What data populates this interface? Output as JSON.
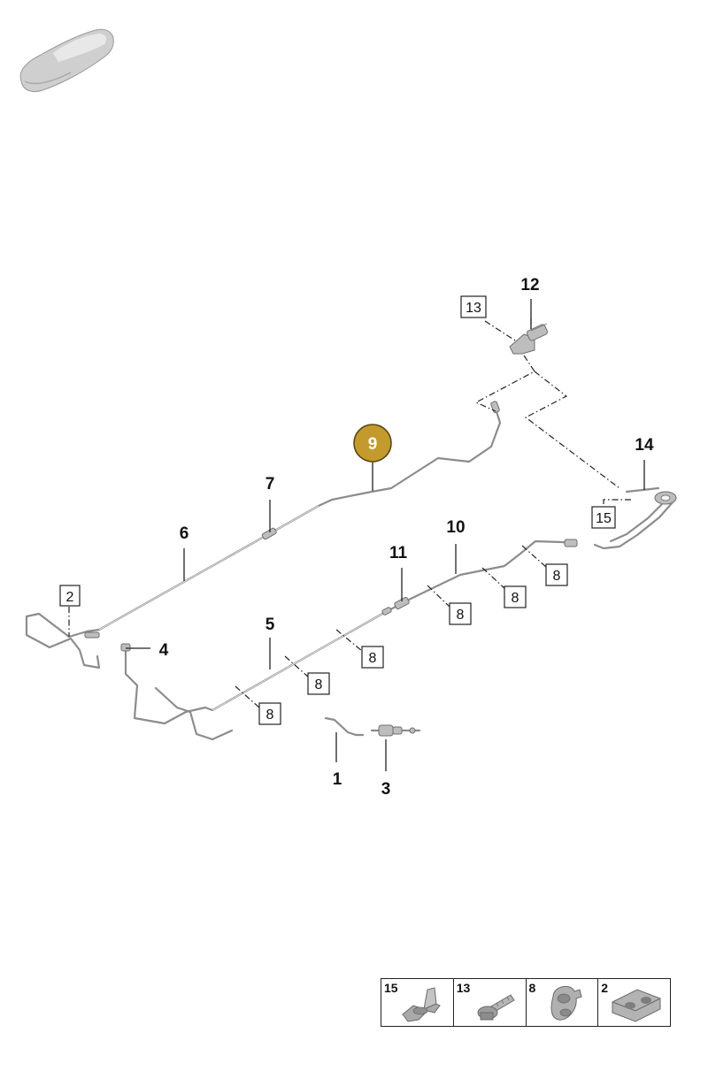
{
  "callouts": {
    "c1": "1",
    "c3": "3",
    "c4": "4",
    "c5": "5",
    "c6": "6",
    "c7": "7",
    "c9": "9",
    "c10": "10",
    "c11": "11",
    "c12": "12",
    "c14": "14"
  },
  "boxed": {
    "b2": "2",
    "b13": "13",
    "b15": "15",
    "b8": "8"
  },
  "legend": [
    {
      "number": "15",
      "icon": "push-clip-icon"
    },
    {
      "number": "13",
      "icon": "bolt-icon"
    },
    {
      "number": "8",
      "icon": "pipe-clip-icon"
    },
    {
      "number": "2",
      "icon": "double-clip-icon"
    }
  ],
  "colors": {
    "highlight_fill": "#c39a2b",
    "highlight_stroke": "#5a4510",
    "pipe": "#8c8c8c",
    "line": "#222222"
  }
}
